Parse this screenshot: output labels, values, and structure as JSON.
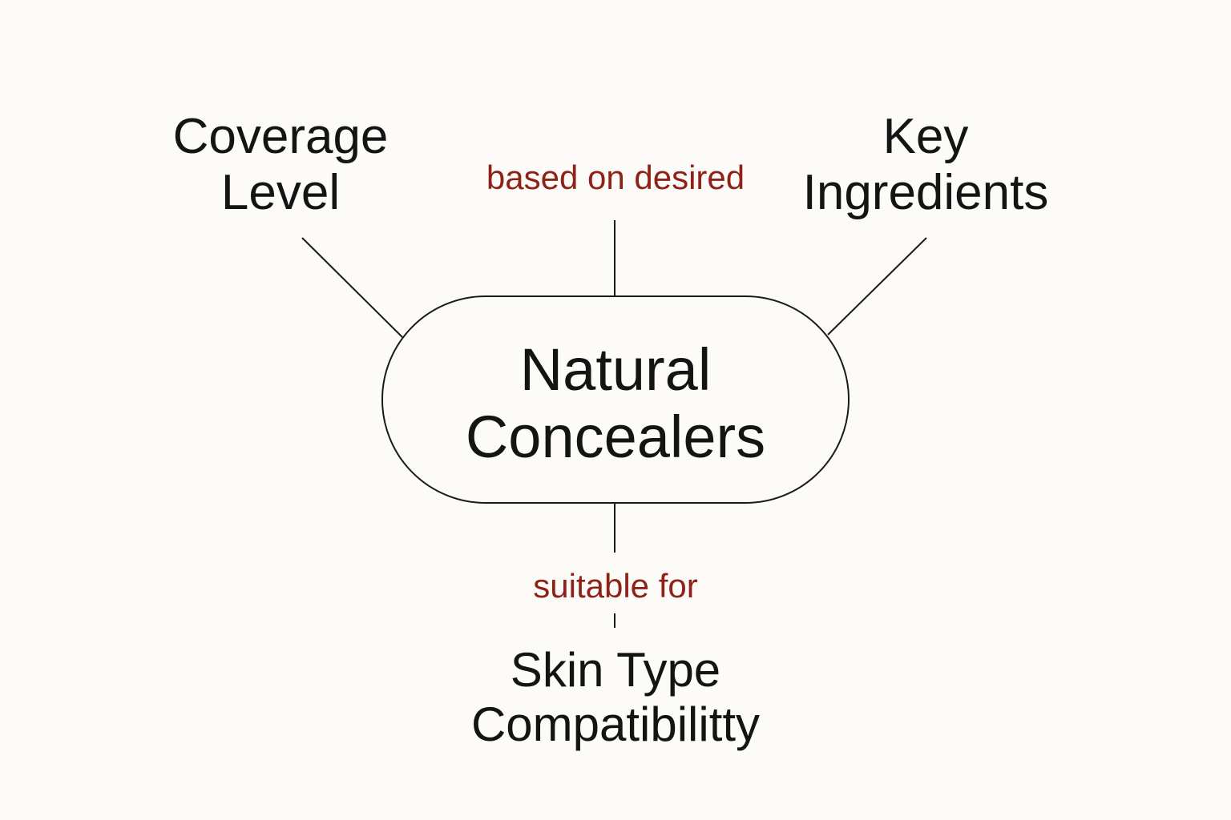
{
  "diagram": {
    "center": {
      "line1": "Natural",
      "line2": "Concealers"
    },
    "nodes": {
      "coverage": {
        "line1": "Coverage",
        "line2": "Level"
      },
      "ingredients": {
        "line1": "Key",
        "line2": "Ingredients"
      },
      "skin_type": {
        "line1": "Skin Type",
        "line2": "Compatibilitty"
      }
    },
    "edge_labels": {
      "top": "based on desired",
      "bottom": "suitable for"
    }
  },
  "colors": {
    "background": "#fcfbf7",
    "text": "#141414",
    "edge_label": "#8f2218",
    "stroke": "#1a1a1a"
  }
}
